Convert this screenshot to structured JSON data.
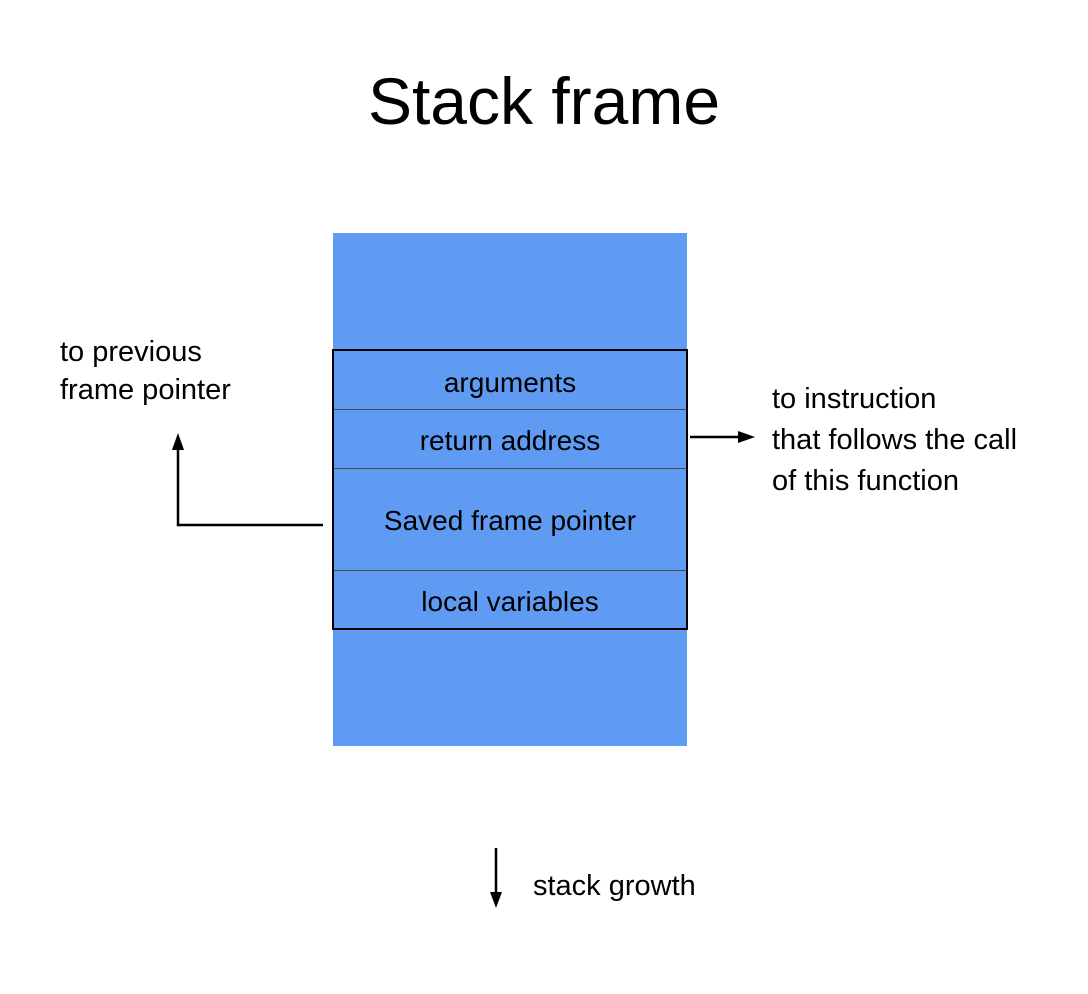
{
  "title": "Stack frame",
  "frame_slots": [
    {
      "label": "arguments"
    },
    {
      "label": "return address"
    },
    {
      "label": "Saved frame pointer"
    },
    {
      "label": "local variables"
    }
  ],
  "left_annotation": {
    "lines": [
      "to previous",
      "frame pointer"
    ]
  },
  "right_annotation": {
    "lines": [
      "to instruction",
      "that follows the call",
      "of this function"
    ]
  },
  "growth_label": "stack growth",
  "colors": {
    "stack_fill": "#5f9bf2",
    "outline": "#000000",
    "background": "#ffffff"
  }
}
